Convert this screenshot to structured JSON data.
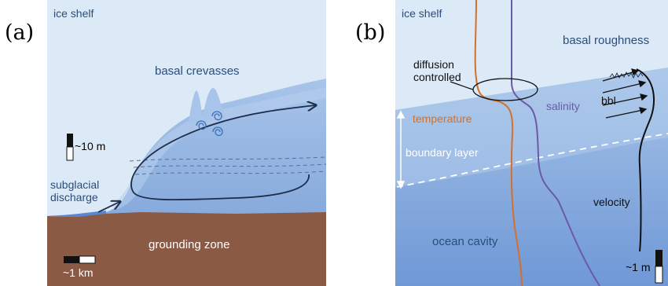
{
  "panel_a": {
    "label": "(a)",
    "ice_shelf": "ice shelf",
    "basal_crevasses": "basal crevasses",
    "vertical_scale": "~10 m",
    "subglacial_discharge_1": "subglacial",
    "subglacial_discharge_2": "discharge",
    "grounding_zone": "grounding zone",
    "horizontal_scale": "~1 km"
  },
  "panel_b": {
    "label": "(b)",
    "ice_shelf": "ice shelf",
    "basal_roughness": "basal roughness",
    "diffusion_1": "diffusion",
    "diffusion_2": "controlled",
    "temperature": "temperature",
    "salinity": "salinity",
    "bbl": "bbl",
    "boundary_layer": "boundary layer",
    "velocity": "velocity",
    "ocean_cavity": "ocean cavity",
    "vertical_scale": "~1 m"
  },
  "colors": {
    "ice": "#dce9f7",
    "ocean_light": "#a9c5e8",
    "ocean_dark": "#7aa2dc",
    "ground": "#8a5a44",
    "label_text": "#2a4d7a",
    "temperature": "#d2702c",
    "salinity": "#6a5aa8",
    "flow": "#1c2d4a"
  }
}
